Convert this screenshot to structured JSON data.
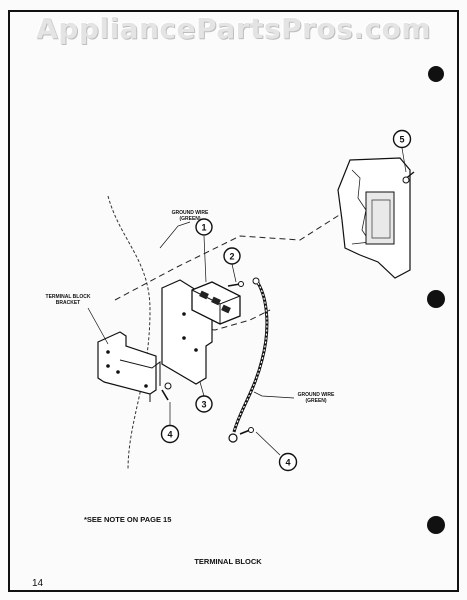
{
  "watermark": "AppliancePartsPros.com",
  "labels": {
    "ground_wire_top": [
      "GROUND WIRE",
      "(GREEN)"
    ],
    "ground_wire_bottom": [
      "GROUND WIRE",
      "(GREEN)"
    ],
    "terminal_block_bracket": [
      "TERMINAL BLOCK",
      "BRACKET"
    ],
    "note": "*SEE NOTE ON PAGE 15",
    "title": "TERMINAL BLOCK",
    "page_number": "14"
  },
  "callouts": [
    "1",
    "2",
    "3",
    "4",
    "4",
    "5"
  ]
}
